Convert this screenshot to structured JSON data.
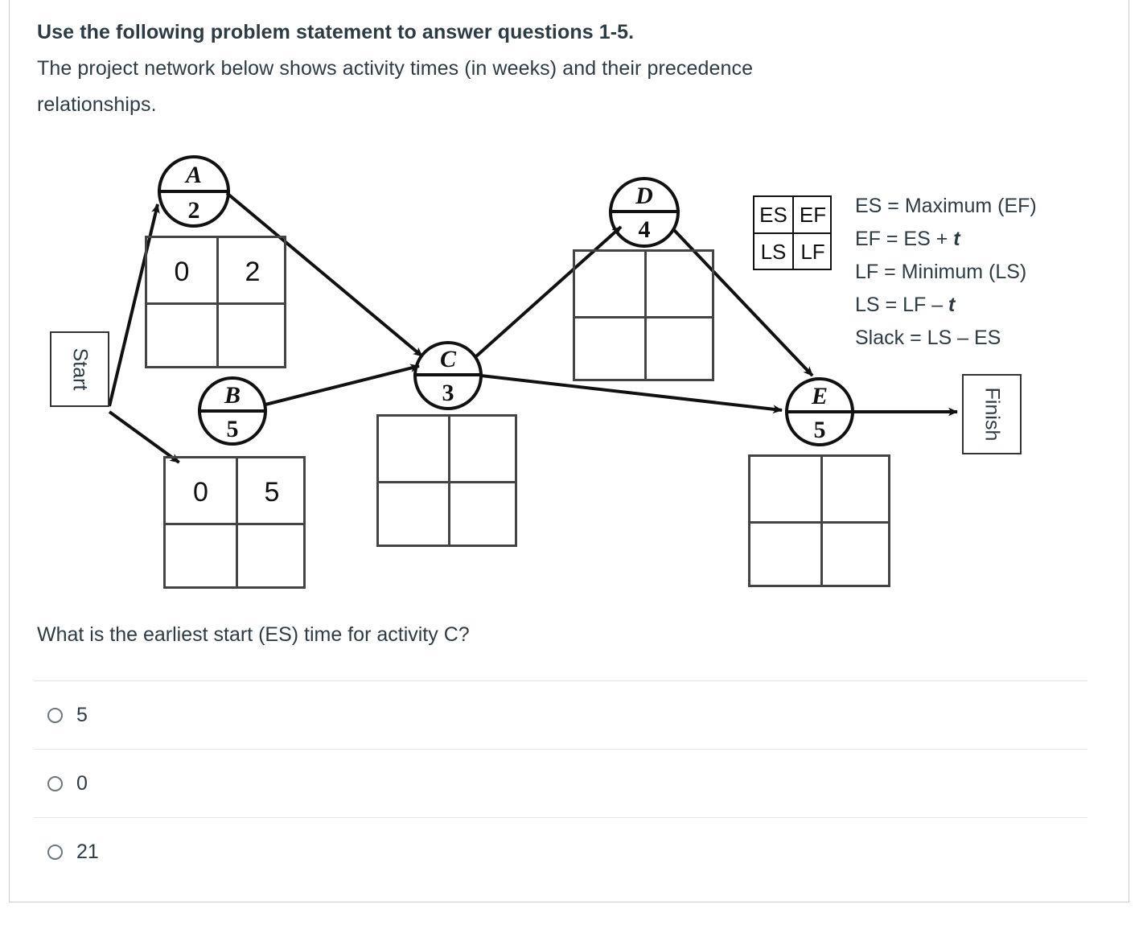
{
  "prompt": {
    "line1": "Use the following problem statement to answer questions 1-5.",
    "line2": "The project network below shows activity times (in weeks) and their precedence",
    "line3": "relationships."
  },
  "diagram": {
    "start_label": "Start",
    "finish_label": "Finish",
    "nodes": [
      {
        "id": "A",
        "letter": "A",
        "duration": "2",
        "es": "0",
        "ef": "2",
        "ls": "",
        "lf": ""
      },
      {
        "id": "B",
        "letter": "B",
        "duration": "5",
        "es": "0",
        "ef": "5",
        "ls": "",
        "lf": ""
      },
      {
        "id": "C",
        "letter": "C",
        "duration": "3",
        "es": "",
        "ef": "",
        "ls": "",
        "lf": ""
      },
      {
        "id": "D",
        "letter": "D",
        "duration": "4",
        "es": "",
        "ef": "",
        "ls": "",
        "lf": ""
      },
      {
        "id": "E",
        "letter": "E",
        "duration": "5",
        "es": "",
        "ef": "",
        "ls": "",
        "lf": ""
      }
    ],
    "edges": [
      {
        "from": "Start",
        "to": "A"
      },
      {
        "from": "Start",
        "to": "B"
      },
      {
        "from": "A",
        "to": "C"
      },
      {
        "from": "B",
        "to": "C"
      },
      {
        "from": "C",
        "to": "D"
      },
      {
        "from": "C",
        "to": "E"
      },
      {
        "from": "D",
        "to": "E"
      },
      {
        "from": "E",
        "to": "Finish"
      }
    ],
    "legend": {
      "cells": {
        "es": "ES",
        "ef": "EF",
        "ls": "LS",
        "lf": "LF"
      },
      "formulas": [
        {
          "lhs": "ES = Maximum (EF)",
          "emph": ""
        },
        {
          "lhs": "EF = ES + ",
          "emph": "t"
        },
        {
          "lhs": "LF = Minimum (LS)",
          "emph": ""
        },
        {
          "lhs": "LS = LF – ",
          "emph": "t"
        },
        {
          "lhs": "Slack = LS – ES",
          "emph": ""
        }
      ]
    }
  },
  "question": {
    "text": "What is the earliest start (ES) time for activity C?",
    "options": [
      {
        "label": "5",
        "selected": false
      },
      {
        "label": "0",
        "selected": false
      },
      {
        "label": "21",
        "selected": false
      }
    ]
  }
}
